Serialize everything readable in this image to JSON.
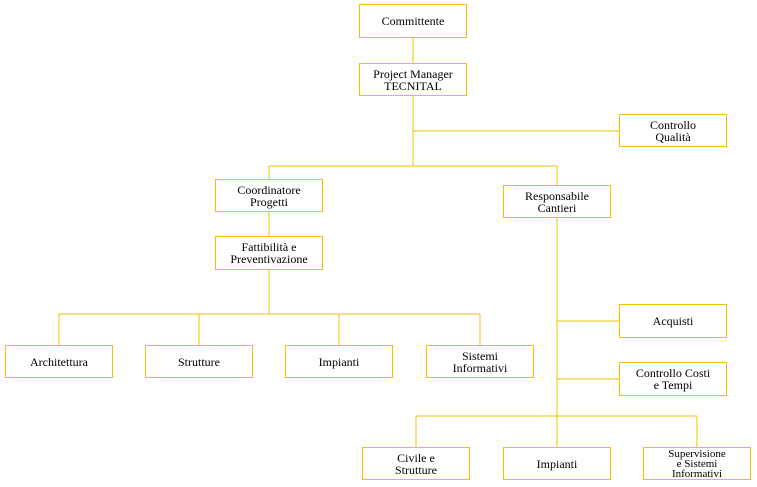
{
  "org_chart": {
    "committente": "Committente",
    "project_manager": "Project Manager\nTECNITAL",
    "controllo_qualita": "Controllo\nQualità",
    "coordinatore_progetti": "Coordinatore\nProgetti",
    "responsabile_cantieri": "Responsabile\nCantieri",
    "fattibilita": "Fattibilità e\nPreventivazione",
    "architettura": "Architettura",
    "strutture": "Strutture",
    "impianti_progetti": "Impianti",
    "sistemi_informativi": "Sistemi\nInformativi",
    "acquisti": "Acquisti",
    "controllo_costi_tempi": "Controllo Costi\ne Tempi",
    "civile_strutture": "Civile e\nStrutture",
    "impianti_cantieri": "Impianti",
    "supervisione_sistemi": "Supervisione\ne Sistemi\nInformativi"
  },
  "colors": {
    "line": "#f2c200",
    "box_border": "#f2c200",
    "text": "#000000"
  }
}
